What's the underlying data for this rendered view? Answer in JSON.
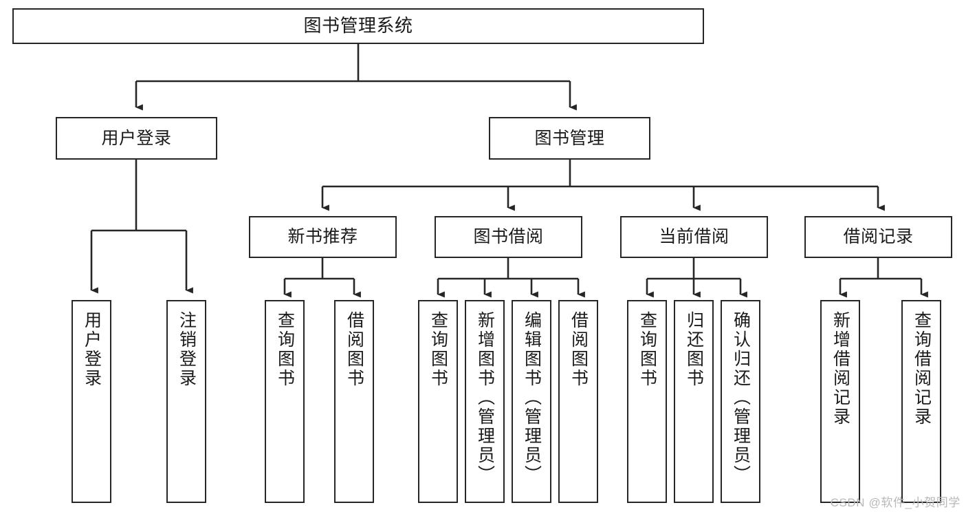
{
  "diagram": {
    "type": "tree-hierarchy-chart",
    "title": "图书管理系统",
    "colors": {
      "box_border": "#262626",
      "box_fill": "#ffffff",
      "connector": "#262626",
      "text": "#1a1a1a",
      "watermark": "#b8b8b8",
      "background": "#ffffff"
    },
    "nodes": {
      "root": {
        "label": "图书管理系统",
        "orientation": "horizontal"
      },
      "level2": [
        {
          "id": "user-login",
          "label": "用户登录",
          "orientation": "horizontal"
        },
        {
          "id": "book-management",
          "label": "图书管理",
          "orientation": "horizontal"
        }
      ],
      "level3": [
        {
          "id": "new-book-recommend",
          "label": "新书推荐",
          "orientation": "horizontal"
        },
        {
          "id": "book-borrow",
          "label": "图书借阅",
          "orientation": "horizontal"
        },
        {
          "id": "current-borrow",
          "label": "当前借阅",
          "orientation": "horizontal"
        },
        {
          "id": "borrow-record",
          "label": "借阅记录",
          "orientation": "horizontal"
        }
      ],
      "leaves": [
        {
          "id": "leaf-user-login",
          "label": "用户登录",
          "parent": "user-login",
          "orientation": "vertical"
        },
        {
          "id": "leaf-logout",
          "label": "注销登录",
          "parent": "user-login",
          "orientation": "vertical"
        },
        {
          "id": "leaf-query-book-1",
          "label": "查询图书",
          "parent": "new-book-recommend",
          "orientation": "vertical"
        },
        {
          "id": "leaf-borrow-book-1",
          "label": "借阅图书",
          "parent": "new-book-recommend",
          "orientation": "vertical"
        },
        {
          "id": "leaf-query-book-2",
          "label": "查询图书",
          "parent": "book-borrow",
          "orientation": "vertical"
        },
        {
          "id": "leaf-add-book",
          "label": "新增图书（管理员）",
          "parent": "book-borrow",
          "orientation": "vertical"
        },
        {
          "id": "leaf-edit-book",
          "label": "编辑图书（管理员）",
          "parent": "book-borrow",
          "orientation": "vertical"
        },
        {
          "id": "leaf-borrow-book-2",
          "label": "借阅图书",
          "parent": "book-borrow",
          "orientation": "vertical"
        },
        {
          "id": "leaf-query-book-3",
          "label": "查询图书",
          "parent": "current-borrow",
          "orientation": "vertical"
        },
        {
          "id": "leaf-return-book",
          "label": "归还图书",
          "parent": "current-borrow",
          "orientation": "vertical"
        },
        {
          "id": "leaf-confirm-return",
          "label": "确认归还（管理员）",
          "parent": "current-borrow",
          "orientation": "vertical"
        },
        {
          "id": "leaf-add-record",
          "label": "新增借阅记录",
          "parent": "borrow-record",
          "orientation": "vertical"
        },
        {
          "id": "leaf-query-record",
          "label": "查询借阅记录",
          "parent": "borrow-record",
          "orientation": "vertical"
        }
      ]
    },
    "watermark": "CSDN @软件_小贺同学"
  }
}
